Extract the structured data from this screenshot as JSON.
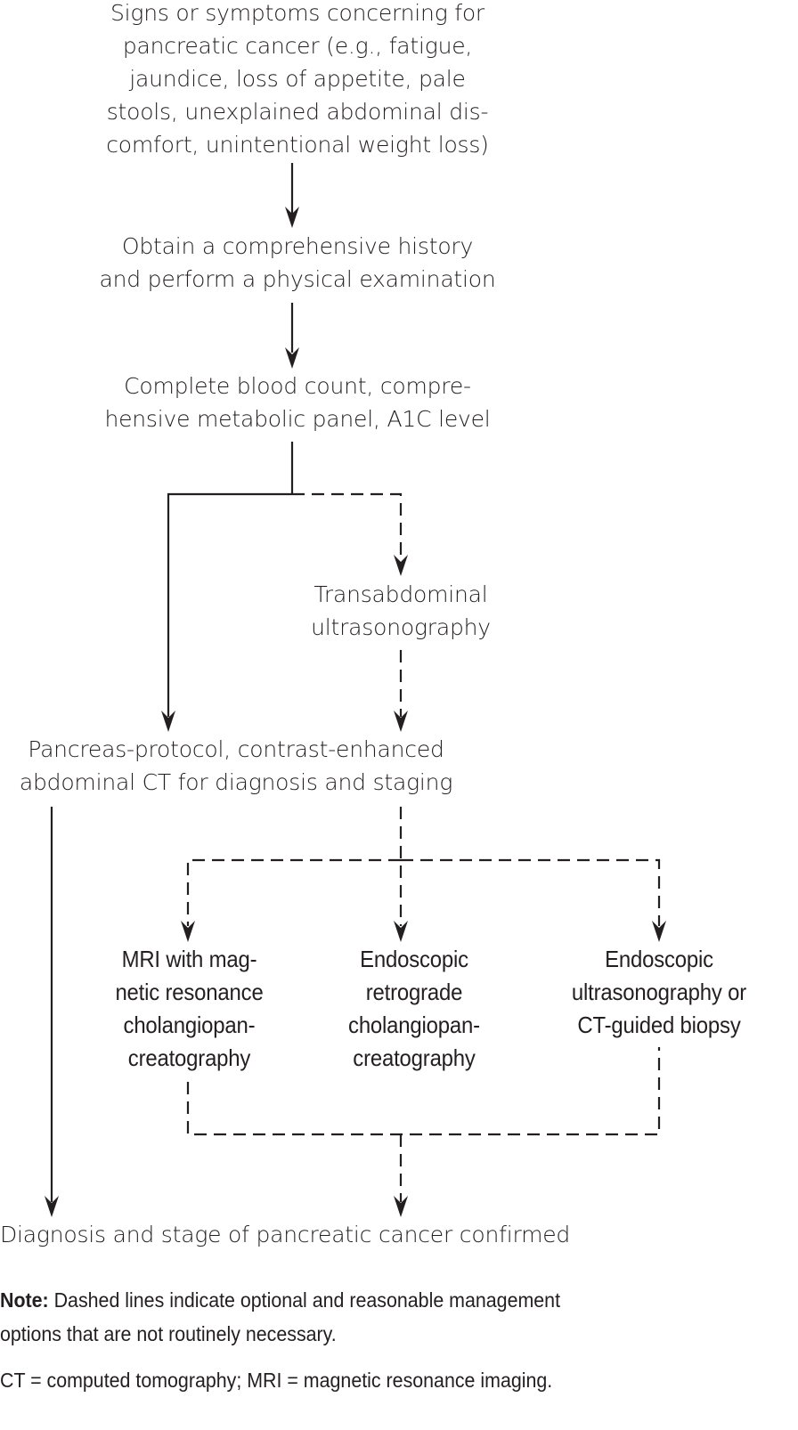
{
  "diagram": {
    "type": "flowchart",
    "line_color": "#231f20",
    "nodes": {
      "symptoms": "Signs or symptoms concerning for\npancreatic cancer (e.g., fatigue,\njaundice, loss of appetite, pale\nstools, unexplained abdominal dis-\ncomfort, unintentional weight loss)",
      "history": "Obtain a comprehensive history\nand perform a physical examination",
      "labs": "Complete blood count, compre-\nhensive metabolic panel, A1C level",
      "ultrasound": "Transabdominal\nultrasonography",
      "ct": "Pancreas-protocol, contrast-enhanced\nabdominal CT for diagnosis and staging",
      "mri": "MRI with mag-\nnetic resonance\ncholangiopan-\ncreatography",
      "ercp": "Endoscopic\nretrograde\ncholangiopan-\ncreatography",
      "eus": "Endoscopic\nultrasonography or\nCT-guided biopsy",
      "diagnosis": "Diagnosis and stage of pancreatic cancer confirmed"
    },
    "edges": [
      {
        "from": "symptoms",
        "to": "history",
        "style": "solid"
      },
      {
        "from": "history",
        "to": "labs",
        "style": "solid"
      },
      {
        "from": "labs",
        "to": "ct",
        "style": "solid"
      },
      {
        "from": "labs",
        "to": "ultrasound",
        "style": "dashed"
      },
      {
        "from": "ultrasound",
        "to": "ct",
        "style": "dashed"
      },
      {
        "from": "ct",
        "to": "mri",
        "style": "dashed"
      },
      {
        "from": "ct",
        "to": "ercp",
        "style": "dashed"
      },
      {
        "from": "ct",
        "to": "eus",
        "style": "dashed"
      },
      {
        "from": "mri",
        "to": "diagnosis",
        "style": "dashed"
      },
      {
        "from": "eus",
        "to": "diagnosis",
        "style": "dashed"
      },
      {
        "from": "ct",
        "to": "diagnosis",
        "style": "solid"
      }
    ]
  },
  "notes": {
    "note_label": "Note:",
    "note_line1": " Dashed lines indicate optional and reasonable management",
    "note_line2": "options that are not routinely necessary.",
    "abbreviations": "CT = computed tomography; MRI = magnetic resonance imaging."
  }
}
